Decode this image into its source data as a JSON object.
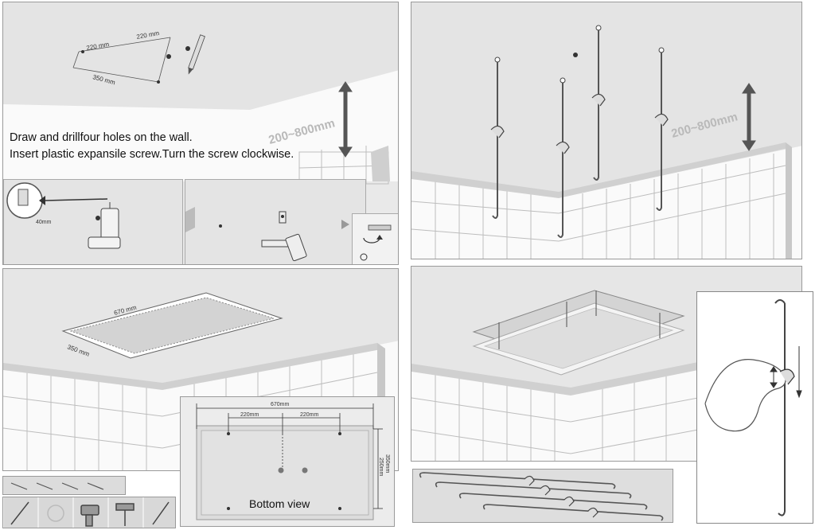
{
  "step1": {
    "instruction_line1": "Draw and drillfour holes on the wall.",
    "instruction_line2": "Insert plastic expansile screw.Turn the screw clockwise.",
    "height_range": "200~800mm",
    "dim_a": "220 mm",
    "dim_b": "220 mm",
    "dim_c": "350 mm",
    "dim_d": "40mm"
  },
  "step2": {
    "height_range": "200~800mm"
  },
  "step3": {
    "dim_width": "670 mm",
    "dim_depth": "350 mm"
  },
  "bottom_view": {
    "label": "Bottom view",
    "dim_total": "670mm",
    "dim_left": "220mm",
    "dim_right": "220mm",
    "dim_side_outer": "350mm",
    "dim_side_inner": "250mm"
  }
}
